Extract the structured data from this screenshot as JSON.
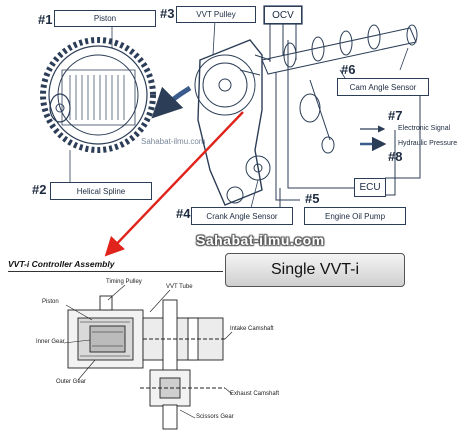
{
  "labels": {
    "piston": "Piston",
    "vvt_pulley": "VVT Pulley",
    "ocv": "OCV",
    "cam_angle_sensor": "Cam Angle Sensor",
    "helical_spline": "Helical Spline",
    "crank_angle_sensor": "Crank Angle Sensor",
    "engine_oil_pump": "Engine Oil Pump",
    "ecu": "ECU"
  },
  "numbers": {
    "n1": "#1",
    "n2": "#2",
    "n3": "#3",
    "n4": "#4",
    "n5": "#5",
    "n6": "#6",
    "n7": "#7",
    "n8": "#8"
  },
  "legend": {
    "electronic_signal": "Electronic Signal",
    "hydraulic_pressure": "Hydraulic Pressure"
  },
  "watermark": {
    "large": "Sahabat-ilmu.com",
    "small": "Sahabat-ilmu.com"
  },
  "title_box": "Single VVT-i",
  "controller": {
    "title": "VVT-i Controller Assembly",
    "parts": {
      "timing_pulley": "Timing Pulley",
      "vvt_tube": "VVT Tube",
      "piston": "Piston",
      "inner_gear": "Inner Gear",
      "outer_gear": "Outer Gear",
      "intake_camshaft": "Intake Camshaft",
      "exhaust_camshaft": "Exhaust Camshaft",
      "scissors_gear": "Scissors Gear"
    }
  },
  "colors": {
    "line": "#2c3e57",
    "arrow_red": "#e0231b",
    "arrow_blue": "#3a5c8c"
  }
}
